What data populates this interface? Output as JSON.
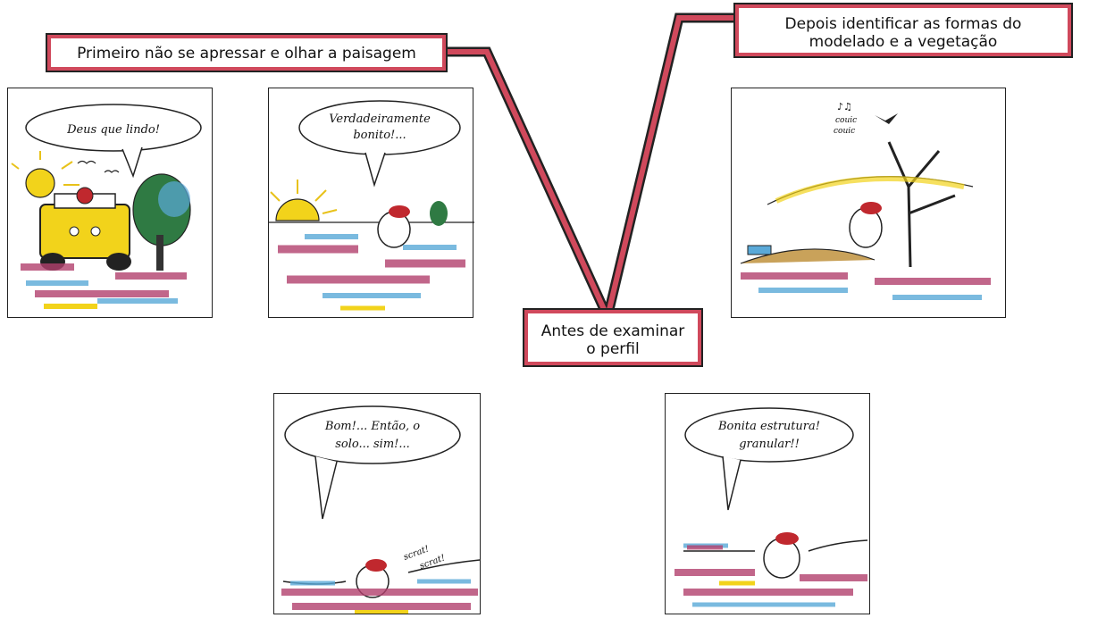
{
  "captions": {
    "first": "Primeiro não se apressar e olhar a paisagem",
    "then": [
      "Depois identificar as formas do",
      "modelado e a vegetação"
    ],
    "before": [
      "Antes de examinar",
      "o perfil"
    ]
  },
  "panels": {
    "p1": {
      "speech": [
        "Deus que lindo!"
      ]
    },
    "p2": {
      "speech": [
        "Verdadeiramente",
        "bonito!..."
      ]
    },
    "p3": {
      "sounds": [
        "couic",
        "couic"
      ]
    },
    "p4": {
      "speech": [
        "Bom!... Então, o",
        "solo... sim!..."
      ],
      "sounds": [
        "scrat!",
        "scrat!"
      ]
    },
    "p5": {
      "speech": [
        "Bonita estrutura!",
        "granular!!"
      ]
    }
  },
  "colors": {
    "accent_red": "#d0495c",
    "sky_yellow": "#f2d31b",
    "water_blue": "#5aa9d8",
    "soil_magenta": "#b2406e"
  }
}
